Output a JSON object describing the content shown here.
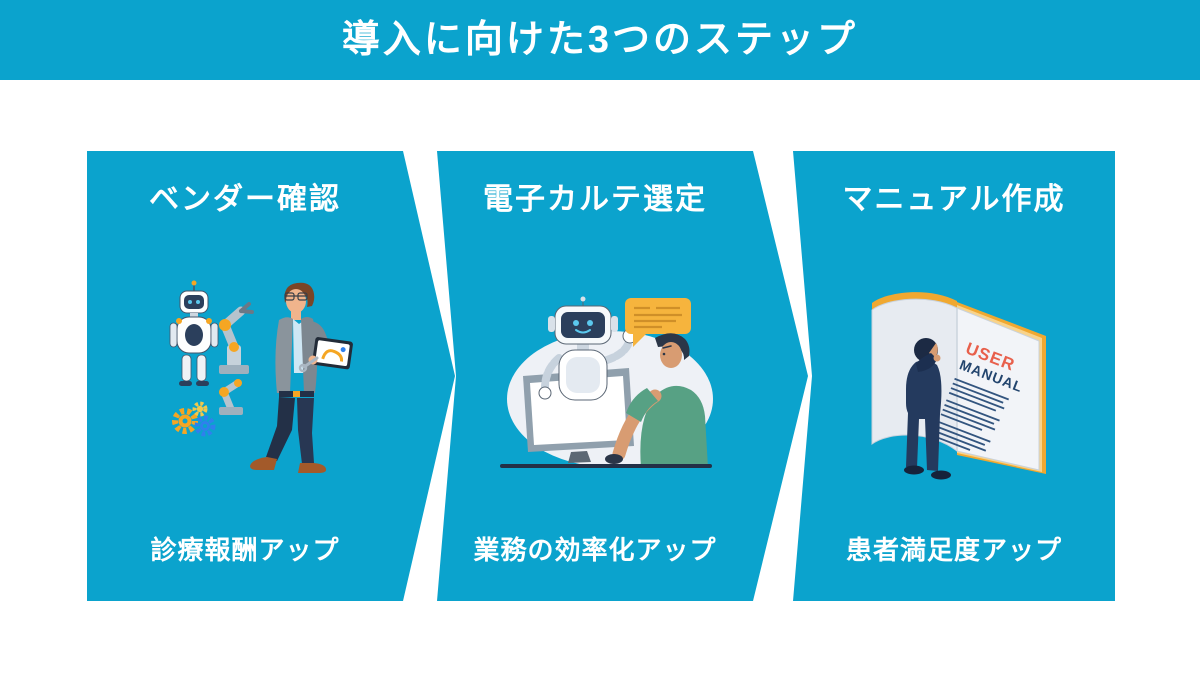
{
  "colors": {
    "accent": "#0ba3cd",
    "panel-text": "#ffffff",
    "gear-orange": "#f5a623",
    "gear-blue": "#2f80ed",
    "gear-yellow": "#f2c94c",
    "bubble-orange": "#f6b43d",
    "book-edge-gold": "#f0a830",
    "manual-user-red": "#e8604c",
    "manual-navy": "#23456e",
    "shirt-green": "#57a184"
  },
  "header": {
    "title": "導入に向けた3つのステップ"
  },
  "steps": [
    {
      "title": "ベンダー確認",
      "caption": "診療報酬アップ",
      "illustration": "man-with-robot-and-laptop"
    },
    {
      "title": "電子カルテ選定",
      "caption": "業務の効率化アップ",
      "illustration": "robot-in-monitor-talking-to-man"
    },
    {
      "title": "マニュアル作成",
      "caption": "患者満足度アップ",
      "illustration": "man-reading-giant-user-manual"
    }
  ],
  "book": {
    "line1": "USER",
    "line2": "MANUAL"
  }
}
